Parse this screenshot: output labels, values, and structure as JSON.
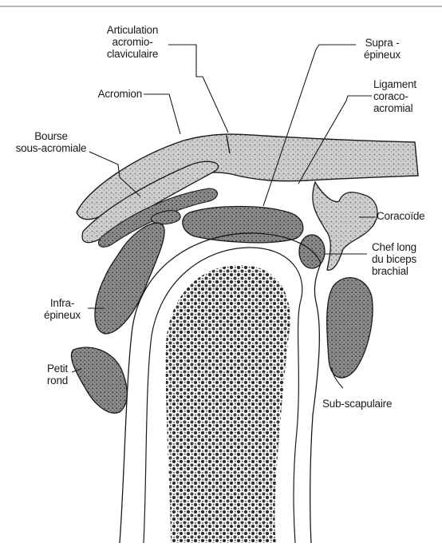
{
  "colors": {
    "ink": "#1a1a1a",
    "stipple_fill": "#bdbdbd",
    "muscle_fill": "#7a7a7a",
    "marrow_fill": "#5a5a5a",
    "paper": "#ffffff"
  },
  "labels": {
    "articulation": [
      "Articulation",
      "acromio-",
      "claviculaire"
    ],
    "acromion": [
      "Acromion"
    ],
    "bourse": [
      "Bourse",
      "sous-acromiale"
    ],
    "supra": [
      "Supra -",
      "épineux"
    ],
    "ligament": [
      "Ligament",
      "coraco-",
      "acromial"
    ],
    "coracoide": [
      "Coracoïde"
    ],
    "chef_long": [
      "Chef long",
      "du biceps",
      "brachial"
    ],
    "infra": [
      "Infra-",
      "épineux"
    ],
    "petit_rond": [
      "Petit",
      "rond"
    ],
    "sub_scapulaire": [
      "Sub-scapulaire"
    ]
  }
}
